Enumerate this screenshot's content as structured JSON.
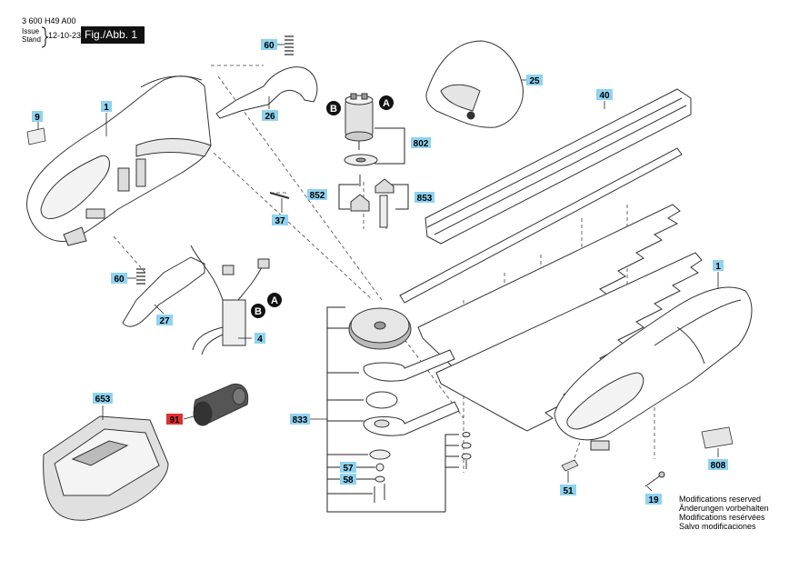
{
  "header": {
    "doc_number": "3 600 H49 A00",
    "issue_label_1": "Issue",
    "issue_label_2": "Stand",
    "issue_date": "12-10-23",
    "figure_label": "Fig./Abb. 1"
  },
  "colors": {
    "callout_fill": "#8fd3f0",
    "callout_highlight": "#e03030",
    "line": "#222222",
    "part_stroke": "#333333",
    "part_fill": "#ffffff",
    "shade": "#d9d9d9"
  },
  "callouts": [
    {
      "id": "tag-60-top",
      "label": "60"
    },
    {
      "id": "tag-25",
      "label": "25"
    },
    {
      "id": "tag-1-housing",
      "label": "1"
    },
    {
      "id": "tag-9",
      "label": "9"
    },
    {
      "id": "tag-26",
      "label": "26"
    },
    {
      "id": "tag-40",
      "label": "40"
    },
    {
      "id": "tag-802",
      "label": "802"
    },
    {
      "id": "tag-852",
      "label": "852"
    },
    {
      "id": "tag-853",
      "label": "853"
    },
    {
      "id": "tag-37",
      "label": "37"
    },
    {
      "id": "tag-60-bottom",
      "label": "60"
    },
    {
      "id": "tag-27",
      "label": "27"
    },
    {
      "id": "tag-4",
      "label": "4"
    },
    {
      "id": "tag-1-right",
      "label": "1"
    },
    {
      "id": "tag-653",
      "label": "653"
    },
    {
      "id": "tag-91",
      "label": "91",
      "highlight": true
    },
    {
      "id": "tag-833",
      "label": "833"
    },
    {
      "id": "tag-57",
      "label": "57"
    },
    {
      "id": "tag-58",
      "label": "58"
    },
    {
      "id": "tag-808",
      "label": "808"
    },
    {
      "id": "tag-51",
      "label": "51"
    },
    {
      "id": "tag-19",
      "label": "19"
    }
  ],
  "references": {
    "A": "A",
    "B": "B"
  },
  "notes": [
    "Modifications reserved",
    "Änderungen vorbehalten",
    "Modifications resérvées",
    "Salvo modificaciones"
  ]
}
